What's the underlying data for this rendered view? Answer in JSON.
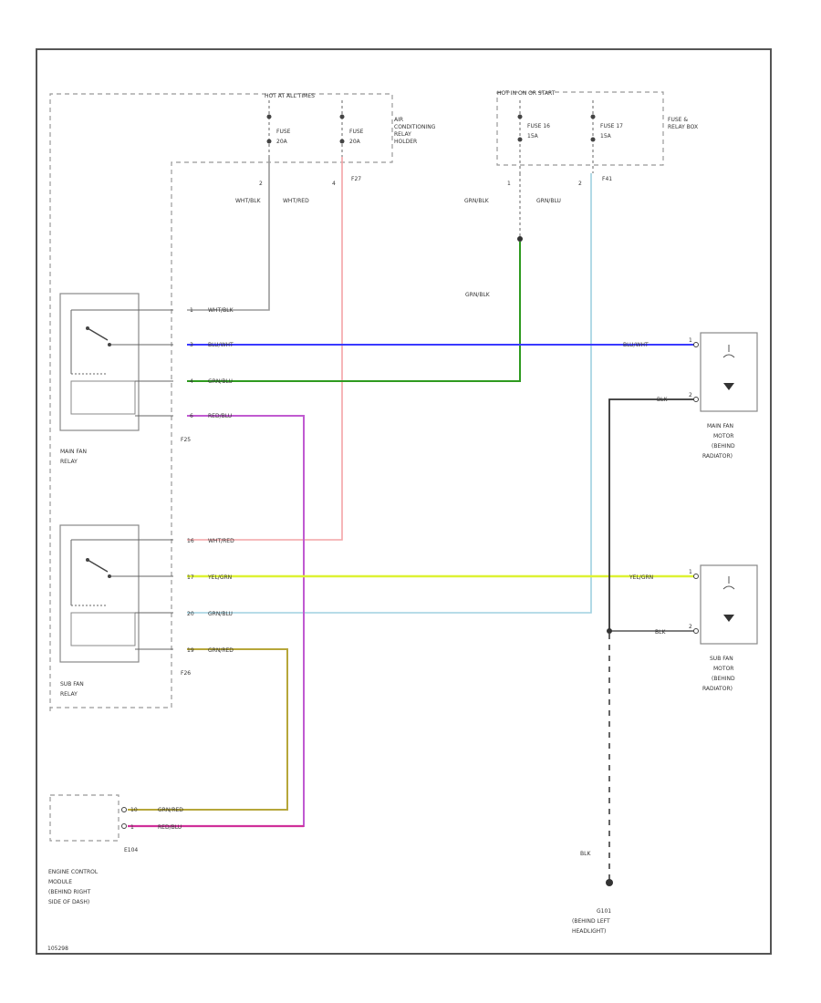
{
  "header": {
    "hot_at_all_times": "HOT AT ALL TIMES",
    "hot_in_on_or_start": "HOT IN ON OR START"
  },
  "fuses": {
    "fuse_a": {
      "name": "FUSE",
      "rating": "20A"
    },
    "fuse_b": {
      "name": "FUSE",
      "rating": "20A"
    },
    "fuse_16": {
      "name": "FUSE 16",
      "rating": "15A"
    },
    "fuse_17": {
      "name": "FUSE 17",
      "rating": "15A"
    },
    "ac_relay_holder": "AIR CONDITIONING RELAY HOLDER",
    "fuse_relay_box": "FUSE & RELAY BOX"
  },
  "connectors": {
    "f27": "F27",
    "f41": "F41",
    "f25": "F25",
    "f26": "F26",
    "e104": "E104",
    "g101": "G101"
  },
  "pins": {
    "p2a": "2",
    "p4": "4",
    "p1a": "1",
    "p2b": "2",
    "main_relay": [
      "1",
      "3",
      "4",
      "6"
    ],
    "sub_relay": [
      "16",
      "17",
      "20",
      "19"
    ],
    "ecm": [
      "10",
      "1"
    ],
    "main_motor": [
      "1",
      "2"
    ],
    "sub_motor": [
      "1",
      "2"
    ]
  },
  "wires": {
    "wht_blk": "WHT/BLK",
    "wht_red": "WHT/RED",
    "grn_blk_1": "GRN/BLK",
    "grn_blu": "GRN/BLU",
    "grn_blk_splice": "GRN/BLK",
    "blu_wht": "BLU/WHT",
    "grn_blu_main": "GRN/BLU",
    "red_blu": "RED/BLU",
    "wht_red_sub": "WHT/RED",
    "yel_grn": "YEL/GRN",
    "grn_blu_sub": "GRN/BLU",
    "grn_red": "GRN/RED",
    "blk_main": "BLK",
    "blk_sub": "BLK",
    "blk_ground": "BLK"
  },
  "components": {
    "main_fan_relay": [
      "MAIN FAN",
      "RELAY"
    ],
    "sub_fan_relay": [
      "SUB FAN",
      "RELAY"
    ],
    "main_fan_motor": [
      "MAIN FAN",
      "MOTOR",
      "(BEHIND",
      "RADIATOR)"
    ],
    "sub_fan_motor": [
      "SUB FAN",
      "MOTOR",
      "(BEHIND",
      "RADIATOR)"
    ],
    "ecm": [
      "ENGINE CONTROL",
      "MODULE",
      "(BEHIND RIGHT",
      "SIDE OF DASH)"
    ],
    "ground": [
      "G101",
      "(BEHIND LEFT",
      "HEADLIGHT)"
    ]
  },
  "footer": {
    "code": "105298"
  },
  "colors": {
    "frame": "#555555",
    "dashed": "#999999",
    "wht_blk": "#9a9a9a",
    "wht_red": "#f4a3a6",
    "grn_blk": "#2e9a1f",
    "grn_blu": "#2d8f6a",
    "blu_wht": "#3a3aff",
    "red_blu": "#c05ad0",
    "yel_grn": "#ddf233",
    "grn_red": "#b6a63a",
    "blk": "#333333",
    "lt_blue": "#9fd0e0",
    "magenta": "#d0309a"
  }
}
